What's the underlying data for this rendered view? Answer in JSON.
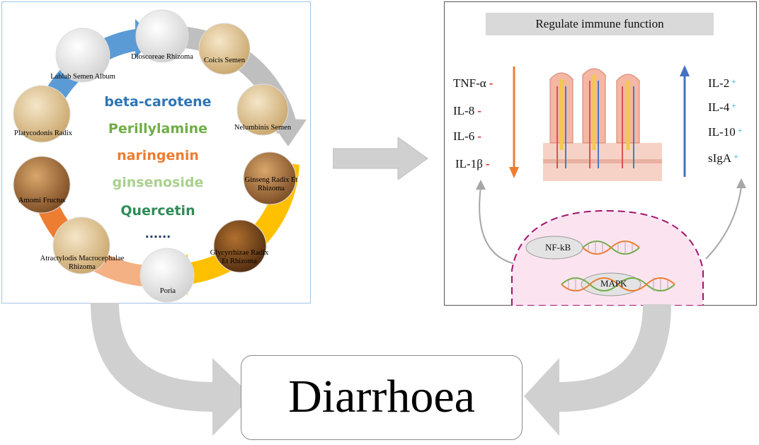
{
  "herbs": [
    {
      "name": "Dioscoreae Rhizoma"
    },
    {
      "name": "Coicis Semen"
    },
    {
      "name": "Lablab Semen Album"
    },
    {
      "name": "Nelumbinis Semen"
    },
    {
      "name": "Platycodonis Radix"
    },
    {
      "name": "Ginseng Radix Et Rhizoma"
    },
    {
      "name": "Amomi Fructus"
    },
    {
      "name": "Glycyrrhizae Radix Et Rhizoma"
    },
    {
      "name": "Atractylodis Macrocephalae Rhizoma"
    },
    {
      "name": "Poria"
    }
  ],
  "compounds": [
    "beta-carotene",
    "Perillylamine",
    "naringenin",
    "ginsenoside",
    "Quercetin",
    "......"
  ],
  "compound_colors": [
    "#2e75b6",
    "#70ad47",
    "#ed7d31",
    "#a9d18e",
    "#2e8b57",
    "#1f3864"
  ],
  "immune": {
    "title": "Regulate  immune function",
    "decreased": [
      "TNF-α",
      "IL-8",
      "IL-6",
      "IL-1β"
    ],
    "increased": [
      "IL-2",
      "IL-4",
      "IL-10",
      "sIgA"
    ],
    "minus_sign": "-",
    "plus_sign": "+",
    "pathways": [
      "NF-kB",
      "MAPK"
    ]
  },
  "outcome": "Diarrhoea",
  "colors": {
    "down_arrow": "#ed7d31",
    "up_arrow": "#4472c4",
    "nucleus_fill": "#fbe4f0",
    "nucleus_border": "#a0166e"
  }
}
